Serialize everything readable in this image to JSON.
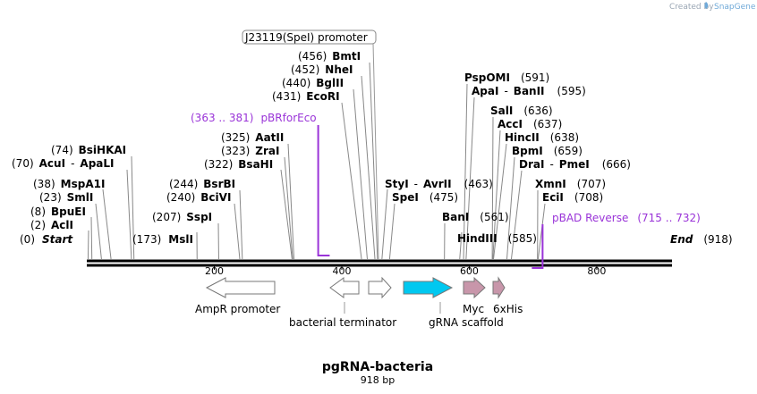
{
  "credit": {
    "prefix": "Created by",
    "brand": "SnapGene"
  },
  "map": {
    "title": "pgRNA-bacteria",
    "length_label": "918 bp",
    "ticks": [
      "200",
      "400",
      "600",
      "800"
    ],
    "tick_values": [
      200,
      400,
      600,
      800
    ],
    "total_bp": 918
  },
  "sites": [
    {
      "pos": "(0)",
      "name": "Start",
      "italic": true,
      "bp": 0
    },
    {
      "pos": "(2)",
      "name": "AclI",
      "bp": 2
    },
    {
      "pos": "(8)",
      "name": "BpuEI",
      "bp": 8
    },
    {
      "pos": "(23)",
      "name": "SmlI",
      "bp": 23
    },
    {
      "pos": "(38)",
      "name": "MspA1I",
      "bp": 38
    },
    {
      "pos": "(70)",
      "name": "AcuI",
      "name2": "ApaLI",
      "bp": 70
    },
    {
      "pos": "(74)",
      "name": "BsiHKAI",
      "bp": 74
    },
    {
      "pos": "(173)",
      "name": "MslI",
      "bp": 173
    },
    {
      "pos": "(207)",
      "name": "SspI",
      "bp": 207
    },
    {
      "pos": "(240)",
      "name": "BciVI",
      "bp": 240
    },
    {
      "pos": "(244)",
      "name": "BsrBI",
      "bp": 244
    },
    {
      "pos": "(322)",
      "name": "BsaHI",
      "bp": 322
    },
    {
      "pos": "(323)",
      "name": "ZraI",
      "bp": 323
    },
    {
      "pos": "(325)",
      "name": "AatII",
      "bp": 325
    },
    {
      "pos": "(431)",
      "name": "EcoRI",
      "bp": 431
    },
    {
      "pos": "(440)",
      "name": "BglII",
      "bp": 440
    },
    {
      "pos": "(452)",
      "name": "NheI",
      "bp": 452
    },
    {
      "pos": "(456)",
      "name": "BmtI",
      "bp": 456
    },
    {
      "pos": "(463)",
      "name": "StyI",
      "name2": "AvrII",
      "bp": 463
    },
    {
      "pos": "(475)",
      "name": "SpeI",
      "bp": 475
    },
    {
      "pos": "(561)",
      "name": "BanI",
      "bp": 561
    },
    {
      "pos": "(585)",
      "name": "HindIII",
      "bp": 585
    },
    {
      "pos": "(591)",
      "name": "PspOMI",
      "bp": 591
    },
    {
      "pos": "(595)",
      "name": "ApaI",
      "name2": "BanII",
      "bp": 595
    },
    {
      "pos": "(636)",
      "name": "SalI",
      "bp": 636
    },
    {
      "pos": "(637)",
      "name": "AccI",
      "bp": 637
    },
    {
      "pos": "(638)",
      "name": "HincII",
      "bp": 638
    },
    {
      "pos": "(659)",
      "name": "BpmI",
      "bp": 659
    },
    {
      "pos": "(666)",
      "name": "DraI",
      "name2": "PmeI",
      "bp": 666
    },
    {
      "pos": "(707)",
      "name": "XmnI",
      "bp": 707
    },
    {
      "pos": "(708)",
      "name": "EciI",
      "bp": 708
    },
    {
      "pos": "(918)",
      "name": "End",
      "italic": true,
      "bp": 918
    }
  ],
  "primers": [
    {
      "range": "(363 .. 381)",
      "name": "pBRforEco",
      "start": 363,
      "end": 381
    },
    {
      "range": "(715 .. 732)",
      "name": "pBAD Reverse",
      "start": 715,
      "end": 732
    }
  ],
  "promoter_callout": {
    "label": "J23119(SpeI) promoter"
  },
  "features": [
    {
      "name": "AmpR promoter",
      "direction": "left",
      "color": "#ffffff"
    },
    {
      "name": "bacterial terminator",
      "direction": "left",
      "color": "#ffffff"
    },
    {
      "name": "bacterial terminator 2",
      "label": "",
      "direction": "right",
      "color": "#ffffff"
    },
    {
      "name": "gRNA scaffold",
      "direction": "right",
      "color": "#00c8f0"
    },
    {
      "name": "Myc",
      "direction": "right",
      "color": "#c896aa"
    },
    {
      "name": "6xHis",
      "direction": "right",
      "color": "#c896aa"
    }
  ]
}
